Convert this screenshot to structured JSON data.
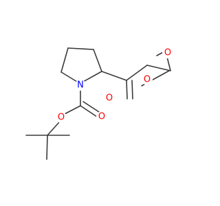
{
  "molecule": {
    "colors": {
      "bond": "#3a3a3a",
      "oxygen": "#ff0000",
      "nitrogen": "#0000ff",
      "background": "#ffffff"
    },
    "atom_labels": [
      {
        "id": "o-methoxy",
        "symbol": "O",
        "element": "oxygen"
      },
      {
        "id": "o-ester-carbonyl",
        "symbol": "O",
        "element": "oxygen"
      },
      {
        "id": "o-ketone",
        "symbol": "O",
        "element": "oxygen"
      },
      {
        "id": "n-pyrrolidine",
        "symbol": "N",
        "element": "nitrogen"
      },
      {
        "id": "o-boc-carbonyl",
        "symbol": "O",
        "element": "oxygen"
      },
      {
        "id": "o-boc-ester",
        "symbol": "O",
        "element": "oxygen"
      }
    ]
  }
}
